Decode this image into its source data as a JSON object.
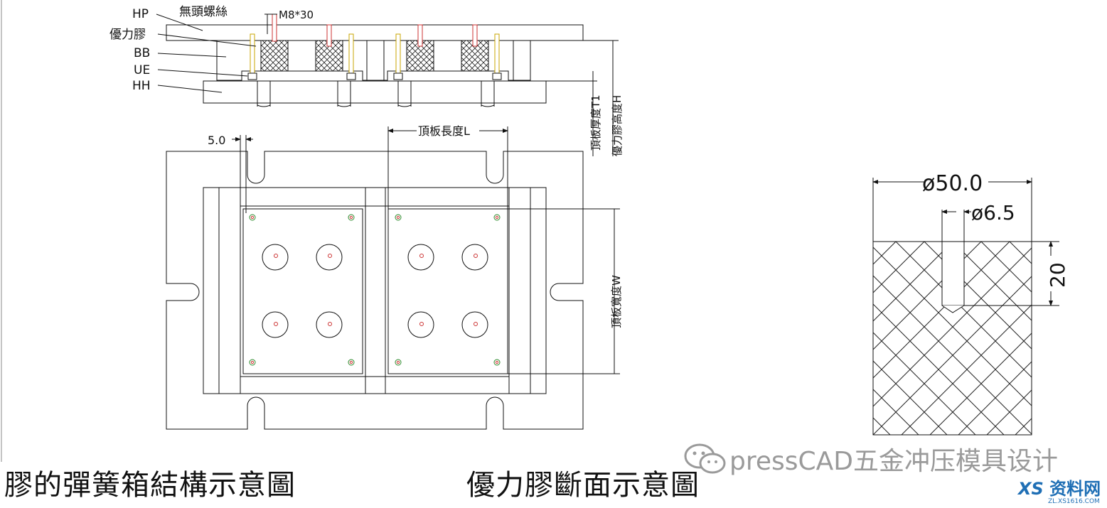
{
  "labels": {
    "hp": "HP",
    "youli": "優力膠",
    "bb": "BB",
    "ue": "UE",
    "hh": "HH",
    "wutou": "無頭螺絲",
    "m8": "M8*30",
    "plate_thick": "頂板厚度T1",
    "youli_height": "優力膠高度H",
    "dim_5": "5.0",
    "plate_len": "頂板長度L",
    "plate_width": "頂板寬度W",
    "d50": "ø50.0",
    "d65": "ø6.5",
    "h20": "20"
  },
  "captions": {
    "left": "膠的彈簧箱結構示意圖",
    "right": "優力膠斷面示意圖"
  },
  "watermark": {
    "text": "pressCAD五金冲压模具设计",
    "logo": "资料网",
    "sub": "ZL.XS1616.COM"
  },
  "colors": {
    "line": "#111111",
    "screw": "#cc3333",
    "pin": "#c8a400",
    "accent": "#1f6fb5"
  }
}
